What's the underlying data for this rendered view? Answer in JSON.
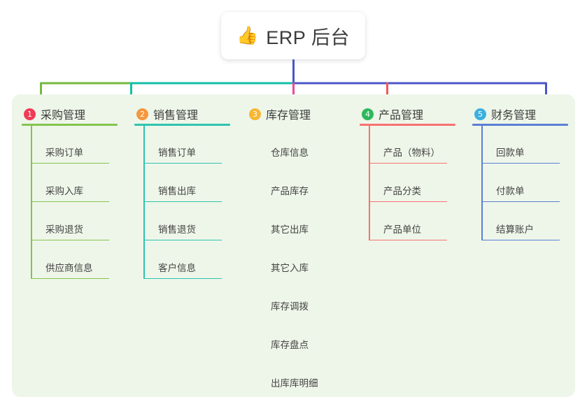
{
  "root": {
    "icon": "thumbs-up-icon",
    "icon_glyph": "👍",
    "title": "ERP 后台"
  },
  "panel": {
    "background": "#eef6e9"
  },
  "connector": {
    "stem_color": "#4a56c8",
    "bar_segments": [
      "#76b93f",
      "#12bfa5",
      "#4a56c8",
      "#4a56c8"
    ]
  },
  "columns": [
    {
      "index": "1",
      "title": "采购管理",
      "badge_color": "#ef3b57",
      "line_color": "#84c44e",
      "drop_color": "#76b93f",
      "items": [
        {
          "label": "采购订单"
        },
        {
          "label": "采购入库"
        },
        {
          "label": "采购退货"
        },
        {
          "label": "供应商信息"
        }
      ]
    },
    {
      "index": "2",
      "title": "销售管理",
      "badge_color": "#f5973c",
      "line_color": "#2ec4b0",
      "drop_color": "#12bfa5",
      "items": [
        {
          "label": "销售订单"
        },
        {
          "label": "销售出库"
        },
        {
          "label": "销售退货"
        },
        {
          "label": "客户信息"
        }
      ]
    },
    {
      "index": "3",
      "title": "库存管理",
      "badge_color": "#f7b733",
      "line_color": "#e martin",
      "drop_color": "#ec4899",
      "items": [
        {
          "label": "仓库信息"
        },
        {
          "label": "产品库存"
        },
        {
          "label": "其它出库"
        },
        {
          "label": "其它入库"
        },
        {
          "label": "库存调拨"
        },
        {
          "label": "库存盘点"
        },
        {
          "label": "出库库明细"
        }
      ]
    },
    {
      "index": "4",
      "title": "产品管理",
      "badge_color": "#2eb85c",
      "line_color": "#f87171",
      "drop_color": "#f05a5a",
      "items": [
        {
          "label": "产品（物料）"
        },
        {
          "label": "产品分类"
        },
        {
          "label": "产品单位"
        }
      ]
    },
    {
      "index": "5",
      "title": "财务管理",
      "badge_color": "#3bafe0",
      "line_color": "#5b7fd4",
      "drop_color": "#4a56c8",
      "items": [
        {
          "label": "回款单"
        },
        {
          "label": "付款单"
        },
        {
          "label": "结算账户"
        }
      ]
    }
  ]
}
